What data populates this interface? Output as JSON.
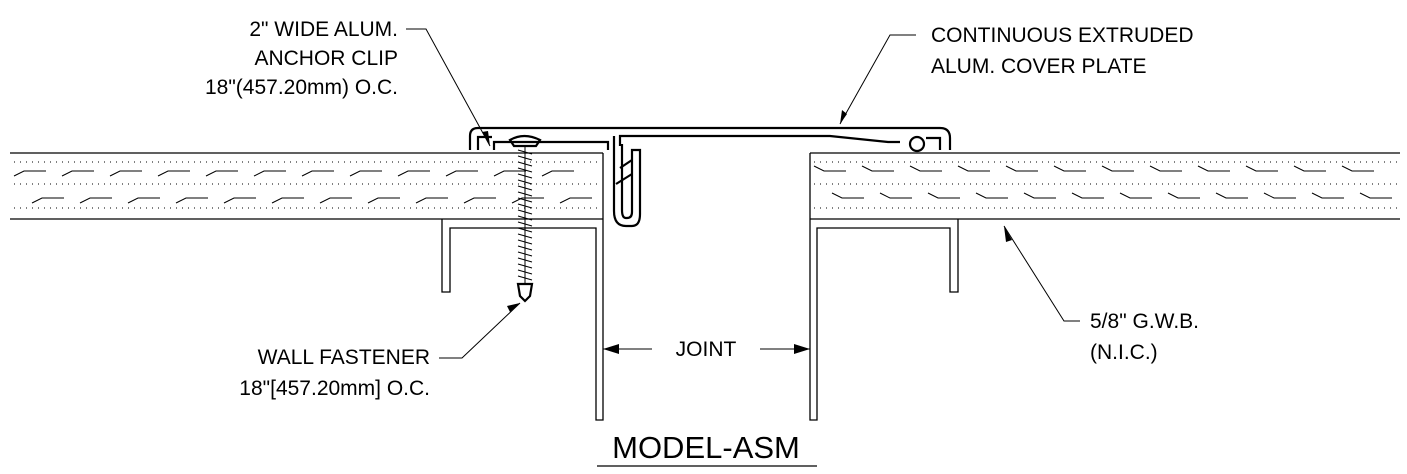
{
  "labels": {
    "anchor_clip": [
      "2\" WIDE ALUM.",
      "ANCHOR CLIP",
      "18\"(457.20mm) O.C."
    ],
    "cover_plate": [
      "CONTINUOUS EXTRUDED",
      "ALUM. COVER PLATE"
    ],
    "wall_fastener": [
      "WALL FASTENER",
      "18\"[457.20mm] O.C."
    ],
    "joint": "JOINT",
    "gwb": [
      "5/8\" G.W.B.",
      "(N.I.C.)"
    ]
  },
  "title": "MODEL-ASM",
  "colors": {
    "line": "#000000",
    "background": "#ffffff"
  }
}
